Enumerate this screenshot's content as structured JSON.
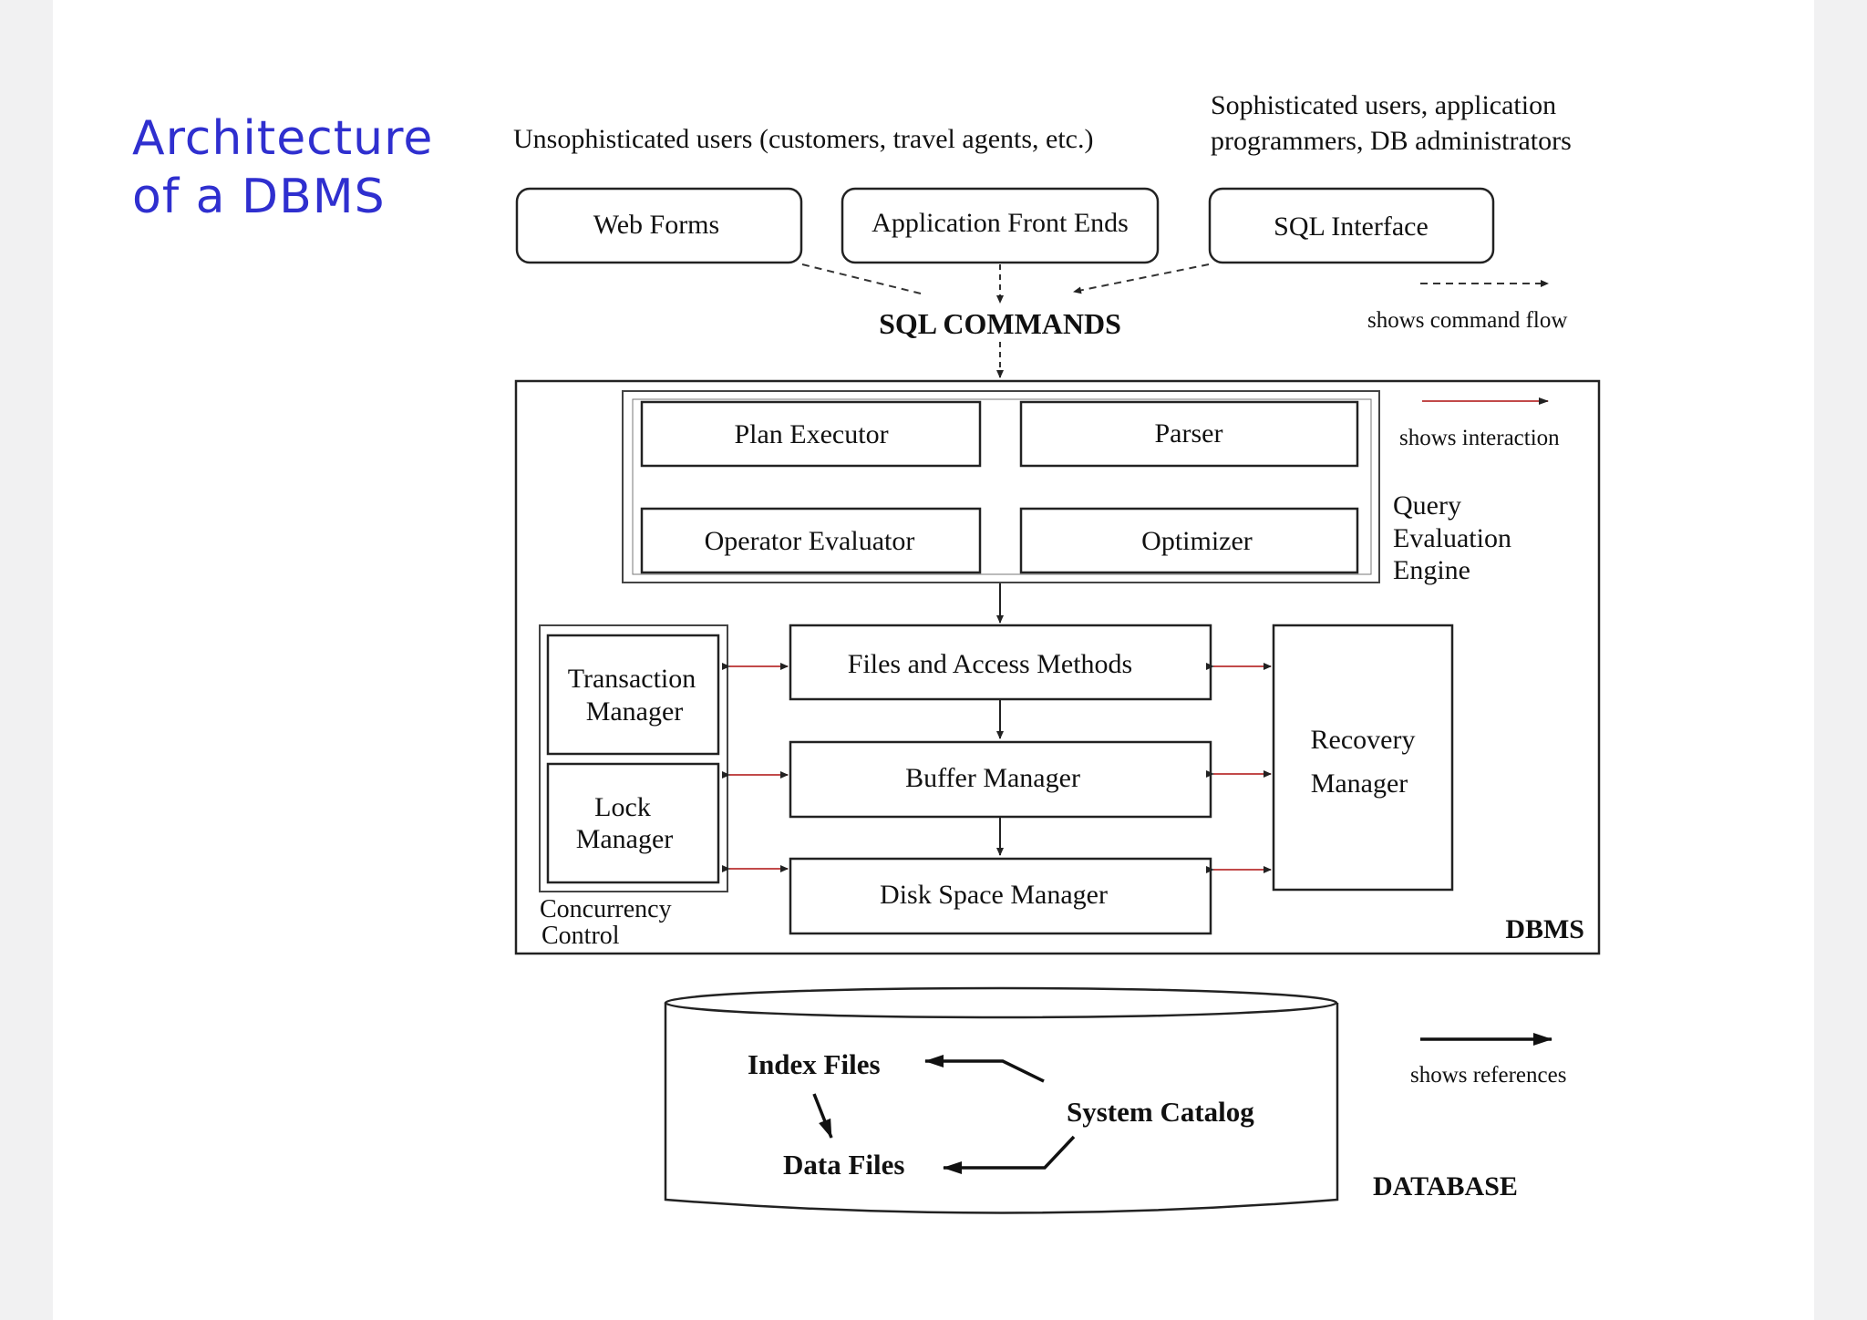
{
  "slide": {
    "title_line1": "Architecture",
    "title_line2": "of a DBMS"
  },
  "users": {
    "unsophisticated": "Unsophisticated users (customers, travel agents, etc.)",
    "sophisticated_line1": "Sophisticated users, application",
    "sophisticated_line2": "programmers, DB administrators"
  },
  "front_ends": {
    "web_forms": "Web Forms",
    "app_front_ends": "Application Front Ends",
    "sql_interface": "SQL Interface"
  },
  "sql_commands": "SQL COMMANDS",
  "legend": {
    "command_flow": "shows command flow",
    "interaction": "shows interaction",
    "references": "shows references"
  },
  "query_engine": {
    "plan_executor": "Plan Executor",
    "parser": "Parser",
    "operator_evaluator": "Operator Evaluator",
    "optimizer": "Optimizer",
    "label_line1": "Query",
    "label_line2": "Evaluation",
    "label_line3": "Engine"
  },
  "storage": {
    "files_access": "Files and Access Methods",
    "buffer_manager": "Buffer Manager",
    "disk_space_manager": "Disk Space Manager"
  },
  "concurrency": {
    "transaction_line1": "Transaction",
    "transaction_line2": "Manager",
    "lock_line1": "Lock",
    "lock_line2": "Manager",
    "label_line1": "Concurrency",
    "label_line2": "Control"
  },
  "recovery": {
    "line1": "Recovery",
    "line2": "Manager"
  },
  "dbms_label": "DBMS",
  "database": {
    "index_files": "Index Files",
    "data_files": "Data Files",
    "system_catalog": "System Catalog",
    "label": "DATABASE"
  },
  "colors": {
    "title": "#2f2fcf",
    "interaction_arrow": "#c24a4a",
    "ink": "#111111"
  }
}
